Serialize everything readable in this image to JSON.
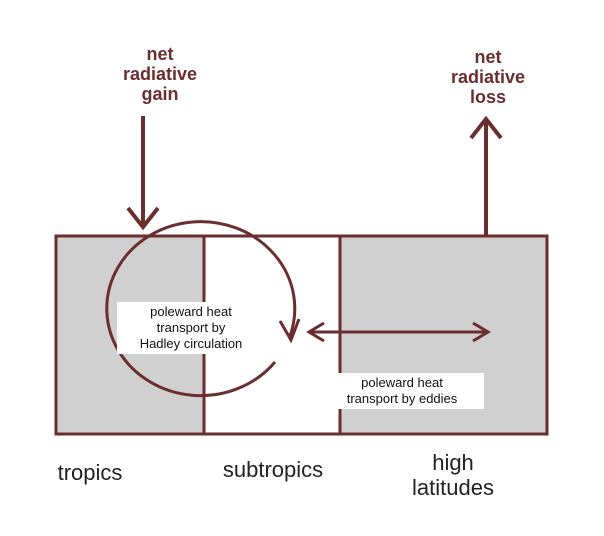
{
  "labels": {
    "gain": "net\nradiative\ngain",
    "loss": "net\nradiative\nloss",
    "hadley": "poleward heat\ntransport by\nHadley circulation",
    "eddies": "poleward heat\ntransport by eddies",
    "tropics": "tropics",
    "subtropics": "subtropics",
    "high_latitudes": "high\nlatitudes"
  },
  "colors": {
    "stroke": "#6b2e2e",
    "shaded_fill": "#d0d0d0",
    "clear_fill": "#ffffff",
    "region_text": "#222222"
  }
}
